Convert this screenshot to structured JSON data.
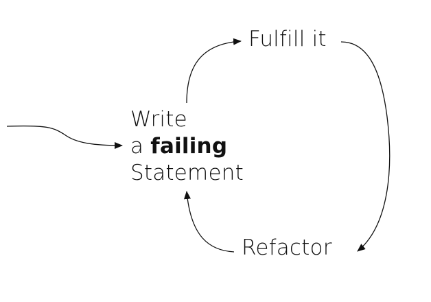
{
  "diagram": {
    "write": {
      "line1": "Write",
      "line2_prefix": "a",
      "line2_bold": "failing",
      "line3": "Statement"
    },
    "fulfill": "Fulfill it",
    "refactor": "Refactor"
  }
}
